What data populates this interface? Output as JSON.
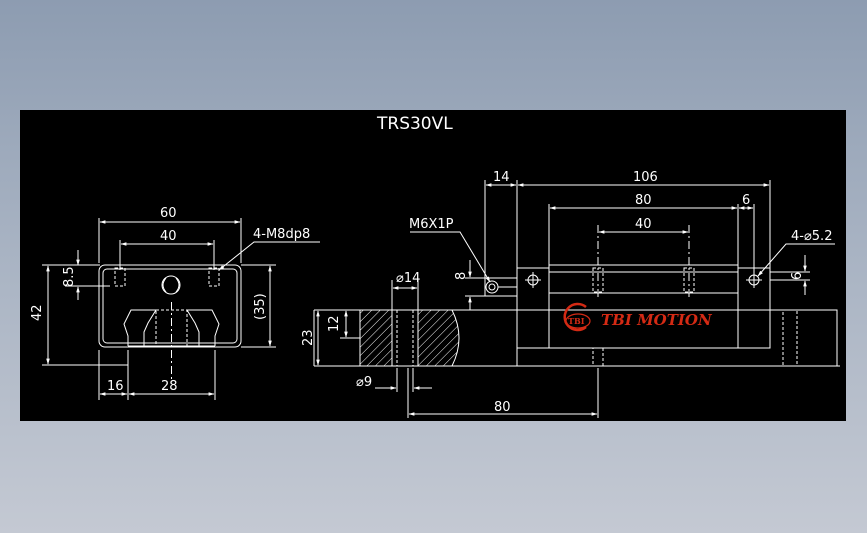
{
  "title": "TRS30VL",
  "logo": {
    "badge": "TBI",
    "name": "TBI MOTION"
  },
  "dimensions": {
    "width_60": "60",
    "width_40": "40",
    "height_42": "42",
    "height_8_5": "8.5",
    "height_35": "(35)",
    "bottom_16": "16",
    "bottom_28": "28",
    "tap_note": "4-M8dp8",
    "grease_nipple": "M6X1P",
    "nipple_8": "8",
    "rail_hole_14": "⌀14",
    "rail_height_23": "23",
    "rail_12": "12",
    "rail_hole_9": "⌀9",
    "pitch_80": "80",
    "len_14": "14",
    "len_106": "106",
    "len_80": "80",
    "len_40": "40",
    "len_6": "6",
    "hole_note": "4-⌀5.2",
    "right_6": "6"
  },
  "colors": {
    "background": "#000000",
    "line": "#ffffff",
    "hatch": "#ffffff",
    "logo": "#d42a14",
    "desktop": "#9aa6b8"
  }
}
